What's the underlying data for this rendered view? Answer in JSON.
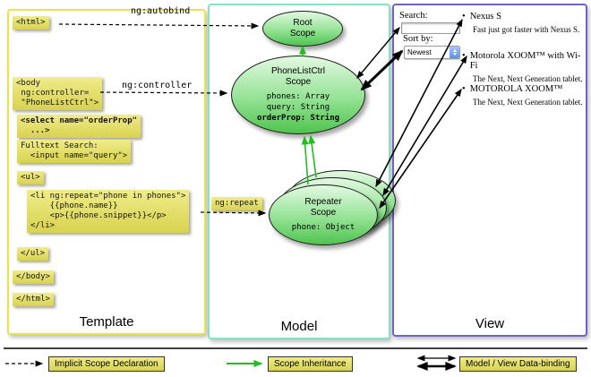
{
  "template_panel": {
    "label": "Template",
    "code": {
      "html_open": "<html>",
      "body_open": "<body\n ng:controller=\n \"PhoneListCtrl\">",
      "select": "<select name=\"orderProp\"\n  ...>",
      "fulltext": "Fulltext Search:\n  <input name=\"query\">",
      "ul_open": "<ul>",
      "li_repeat": "<li ng:repeat=\"phone in phones\">\n    {{phone.name}}\n    <p>{{phone.snippet}}</p>\n</li>",
      "ul_close": "</ul>",
      "body_close": "</body>",
      "html_close": "</html>"
    }
  },
  "arrow_labels": {
    "ng_autobind": "ng:autobind",
    "ng_controller": "ng:controller",
    "ng_repeat": "ng:repeat"
  },
  "model_panel": {
    "label": "Model",
    "root_scope": {
      "title": "Root\nScope"
    },
    "phonelistctrl_scope": {
      "title": "PhoneListCtrl\nScope",
      "props": [
        "phones: Array",
        "query: String",
        "orderProp: String"
      ]
    },
    "repeater_scope": {
      "title": "Repeater\nScope",
      "prop": "phone: Object"
    }
  },
  "view_panel": {
    "label": "View",
    "search_label": "Search:",
    "search_value": "",
    "sort_label": "Sort by:",
    "sort_value": "Newest",
    "bullet": "•",
    "items": [
      {
        "title": "Nexus S",
        "desc": "Fast just got faster with Nexus S."
      },
      {
        "title": "Motorola XOOM™ with Wi-Fi",
        "desc": "The Next, Next Generation tablet."
      },
      {
        "title": "MOTOROLA XOOM™",
        "desc": "The Next, Next Generation tablet."
      }
    ]
  },
  "legend": {
    "implicit": "Implicit Scope Declaration",
    "inheritance": "Scope Inheritance",
    "databinding": "Model / View Data-binding"
  },
  "colors": {
    "template_border": "#e9e44c",
    "model_border": "#86e2c2",
    "view_border": "#6f63c8",
    "code_highlight": "#ddd75a",
    "scope_green_top": "#e2f9e2",
    "scope_green_bottom": "#4fc44f",
    "inheritance_green": "#1fbf1f",
    "arrow_black": "#000000"
  }
}
